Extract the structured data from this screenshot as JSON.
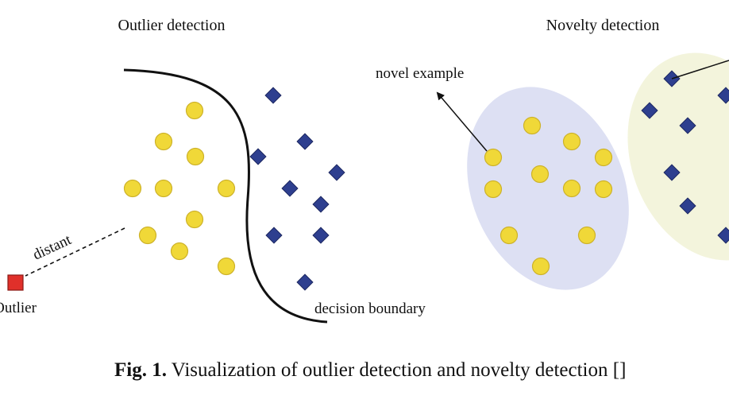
{
  "colors": {
    "normal_point": "#f0d838",
    "normal_point_stroke": "#cdb22a",
    "diamond": "#2e3f8f",
    "diamond_stroke": "#1c2760",
    "outlier": "#e0302a",
    "ellipse_blue": "#dde0f3",
    "ellipse_yellow": "#f3f4dc",
    "line": "#111111"
  },
  "left_panel": {
    "title": "Outlier detection",
    "label_distant": "distant",
    "label_outlier": "Outlier",
    "label_boundary": "decision boundary"
  },
  "right_panel": {
    "title": "Novelty detection",
    "label_novel": "novel example"
  },
  "caption": {
    "prefix": "Fig. 1.",
    "text": "Visualization of outlier detection and novelty detection [",
    "trailing": "]"
  }
}
